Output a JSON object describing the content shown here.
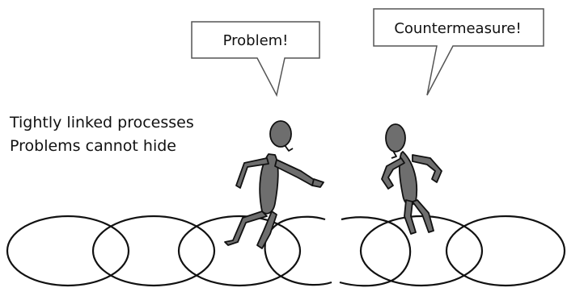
{
  "speech": {
    "left": "Problem!",
    "right": "Countermeasure!"
  },
  "captions": {
    "line1": "Tightly linked processes",
    "line2": "Problems cannot hide"
  },
  "colors": {
    "figure_fill": "#6e6e6e",
    "stroke": "#111111"
  }
}
